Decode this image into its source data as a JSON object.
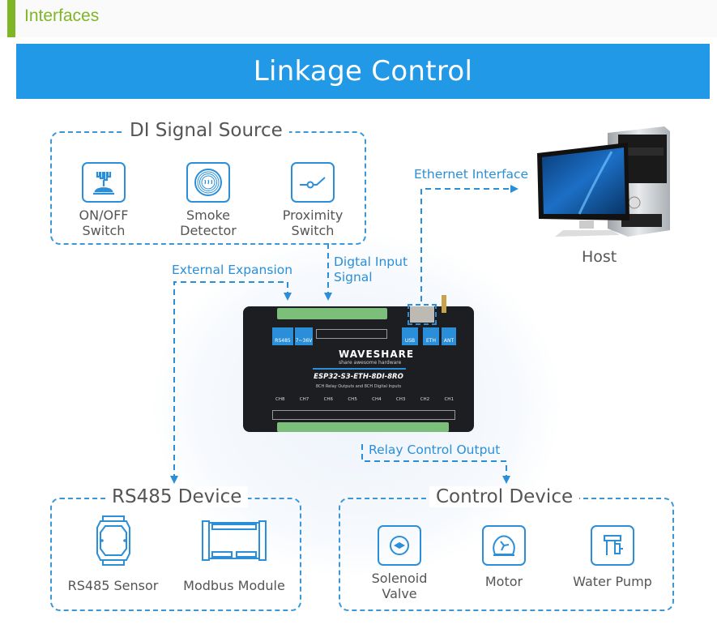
{
  "section": {
    "title": "Interfaces"
  },
  "banner": {
    "title": "Linkage Control"
  },
  "colors": {
    "accent_green": "#7fb526",
    "banner_blue": "#2199e6",
    "line_blue": "#3a98d8",
    "text_gray": "#555555"
  },
  "di_source": {
    "title": "DI Signal Source",
    "items": [
      {
        "label": "ON/OFF\nSwitch",
        "line1": "ON/OFF",
        "line2": "Switch",
        "icon": "on-off-switch-icon"
      },
      {
        "label": "Smoke Detector",
        "line1": "Smoke",
        "line2": "Detector",
        "icon": "smoke-detector-icon"
      },
      {
        "label": "Proximity Switch",
        "line1": "Proximity",
        "line2": "Switch",
        "icon": "proximity-switch-icon"
      }
    ]
  },
  "connections": {
    "ethernet": "Ethernet Interface",
    "external_expansion": "External Expansion",
    "digital_input_line1": "Digtal Input",
    "digital_input_line2": "Signal",
    "relay_output": "Relay Control Output"
  },
  "host": {
    "label": "Host"
  },
  "device": {
    "brand": "WAVESHARE",
    "tagline": "share awesome hardware",
    "model": "ESP32-S3-ETH-8DI-8RO",
    "description": "8CH Relay Outputs and 8CH Digital Inputs",
    "ports": [
      "RS485",
      "7~36V",
      "USB",
      "ETH",
      "ANT"
    ],
    "channels": [
      "CH8",
      "CH7",
      "CH6",
      "CH5",
      "CH4",
      "CH3",
      "CH2",
      "CH1"
    ]
  },
  "rs485": {
    "title": "RS485 Device",
    "items": [
      {
        "label": "RS485 Sensor",
        "icon": "rs485-sensor-icon"
      },
      {
        "label": "Modbus Module",
        "icon": "modbus-module-icon"
      }
    ]
  },
  "control": {
    "title": "Control Device",
    "items": [
      {
        "line1": "Solenoid",
        "line2": "Valve",
        "icon": "solenoid-valve-icon"
      },
      {
        "line1": "Motor",
        "icon": "motor-icon"
      },
      {
        "line1": "Water Pump",
        "icon": "water-pump-icon"
      }
    ]
  }
}
